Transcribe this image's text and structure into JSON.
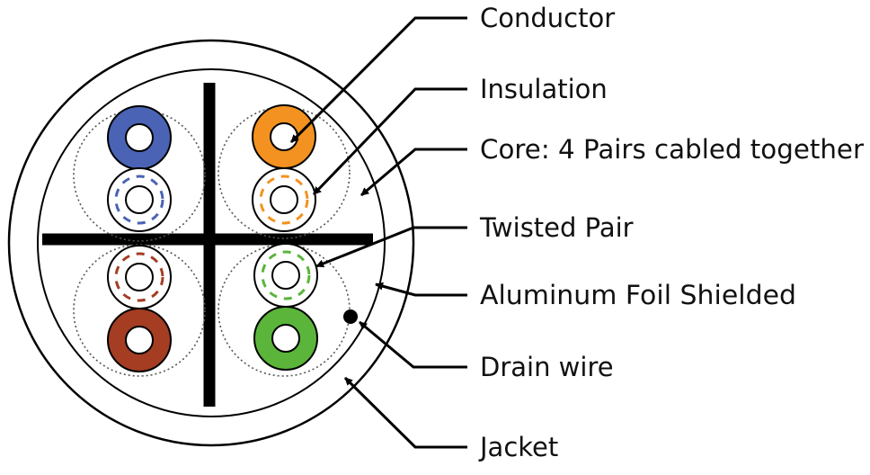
{
  "labels": {
    "conductor": "Conductor",
    "insulation": "Insulation",
    "core": "Core: 4 Pairs cabled together",
    "twisted_pair": "Twisted Pair",
    "foil": "Aluminum Foil Shielded",
    "drain": "Drain wire",
    "jacket": "Jacket"
  },
  "colors": {
    "blue": "#4a63b5",
    "orange": "#f39220",
    "brown": "#a43d22",
    "green": "#5ab53a",
    "line": "#000000"
  }
}
